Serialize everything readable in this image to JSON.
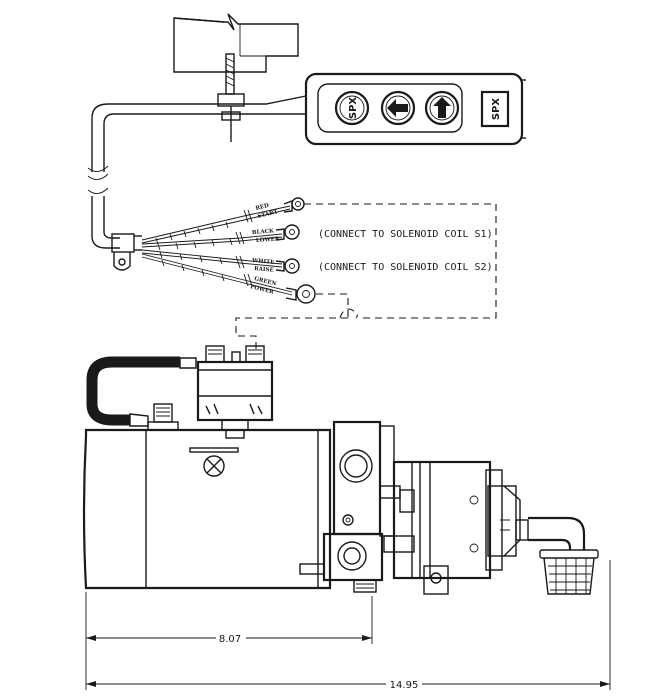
{
  "pendant": {
    "button_left": "SPX",
    "brand_label": "SPX"
  },
  "wires": [
    {
      "line1": "RED",
      "line2": "START"
    },
    {
      "line1": "BLACK",
      "line2": "LOWER"
    },
    {
      "line1": "WHITE",
      "line2": "RAISE"
    },
    {
      "line1": "GREEN",
      "line2": "POWER"
    }
  ],
  "notes": {
    "coil_s1": "(CONNECT TO SOLENOID COIL S1)",
    "coil_s2": "(CONNECT TO SOLENOID COIL S2)"
  },
  "dimensions": {
    "short": "8.07",
    "long": "14.95"
  }
}
